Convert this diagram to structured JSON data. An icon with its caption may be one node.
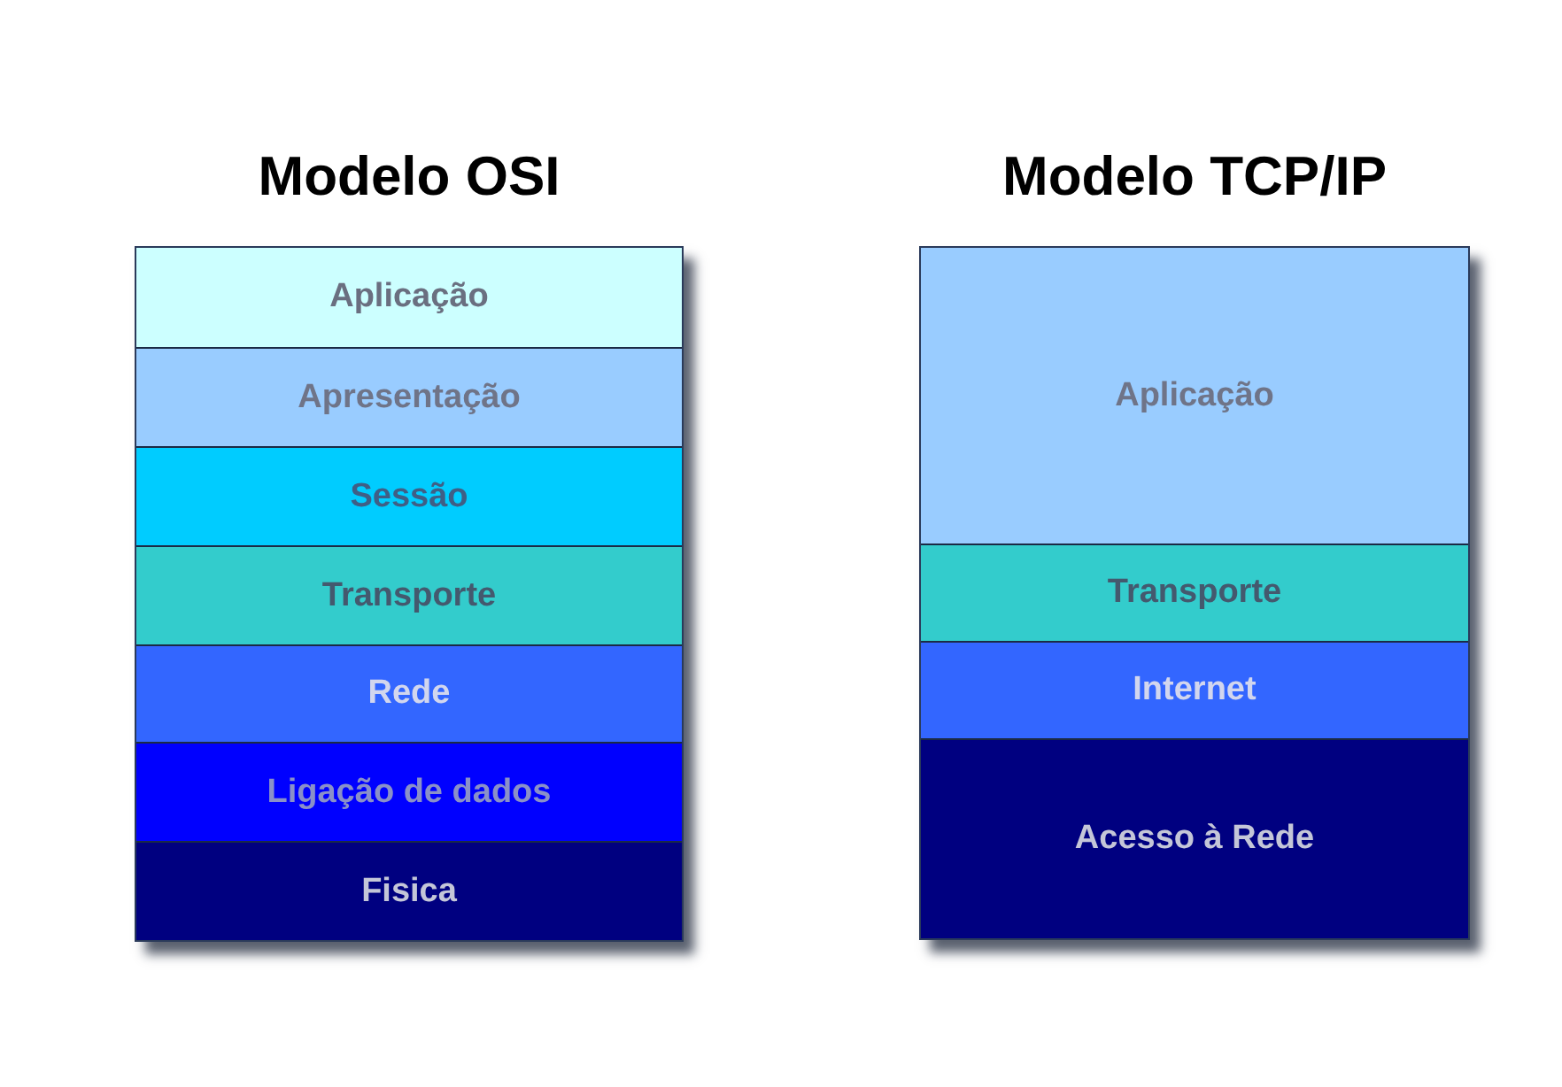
{
  "diagram": {
    "nodes": [
      {
        "text": [
          "Modelo OSI"
        ]
      },
      {
        "text": [
          "Aplicação"
        ],
        "in": 0
      },
      {
        "text": [
          "Apresentação"
        ],
        "in": 0
      },
      {
        "text": [
          "Sessão"
        ],
        "in": 0
      },
      {
        "text": [
          "Transporte"
        ],
        "in": 0
      },
      {
        "text": [
          "Rede"
        ],
        "in": 0
      },
      {
        "text": [
          "Ligação de dados"
        ],
        "in": 0
      },
      {
        "text": [
          "Fisica"
        ],
        "in": 0
      },
      {
        "text": [
          "Modelo TCP/IP"
        ]
      },
      {
        "text": [
          "Aplicação"
        ],
        "in": 8
      },
      {
        "text": [
          "Transporte"
        ],
        "in": 8
      },
      {
        "text": [
          "Internet"
        ],
        "in": 8
      },
      {
        "text": [
          "Acesso à Rede"
        ],
        "in": 8
      }
    ]
  }
}
